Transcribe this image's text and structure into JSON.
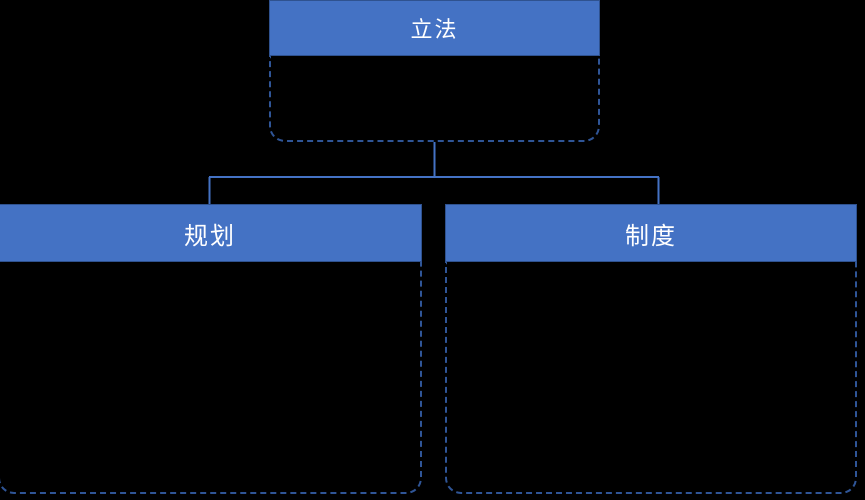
{
  "diagram": {
    "type": "org-chart",
    "orientation": "top-down",
    "background_color": "#000000",
    "accent_color": "#4472C4",
    "border_color": "#2F5597",
    "header_text_color": "#FFFFFF",
    "connector_color": "#4472C4",
    "nodes": [
      {
        "id": "root",
        "title": "立法",
        "body_text": "",
        "level": 0
      },
      {
        "id": "left",
        "title": "规划",
        "body_text": "",
        "level": 1
      },
      {
        "id": "right",
        "title": "制度",
        "body_text": "",
        "level": 1
      }
    ],
    "edges": [
      {
        "from": "root",
        "to": "left"
      },
      {
        "from": "root",
        "to": "right"
      }
    ]
  }
}
